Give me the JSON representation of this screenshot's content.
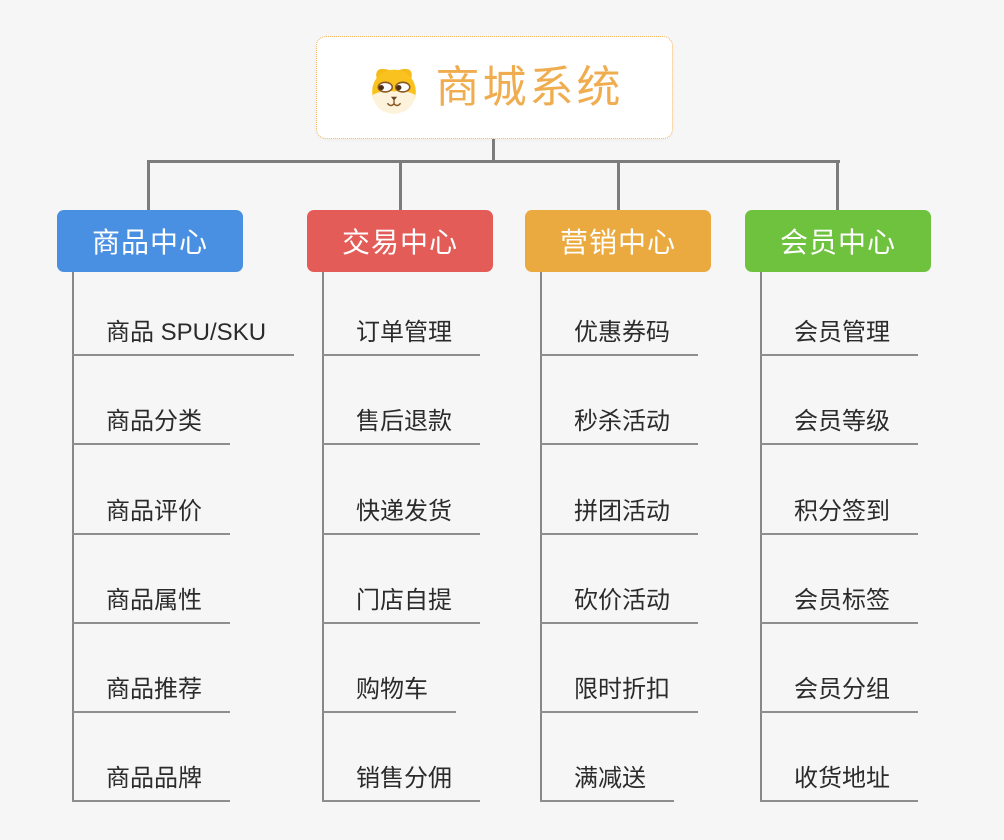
{
  "root": {
    "title": "商城系统",
    "icon": "dog-icon",
    "accent_color": "#f0ad4f",
    "border_color": "#f2b35c"
  },
  "connector_color": "#7c7c7c",
  "branches": [
    {
      "label": "商品中心",
      "color": "#4a90e2",
      "children": [
        "商品 SPU/SKU",
        "商品分类",
        "商品评价",
        "商品属性",
        "商品推荐",
        "商品品牌"
      ]
    },
    {
      "label": "交易中心",
      "color": "#e45c58",
      "children": [
        "订单管理",
        "售后退款",
        "快递发货",
        "门店自提",
        "购物车",
        "销售分佣"
      ]
    },
    {
      "label": "营销中心",
      "color": "#ebaa40",
      "children": [
        "优惠券码",
        "秒杀活动",
        "拼团活动",
        "砍价活动",
        "限时折扣",
        "满减送"
      ]
    },
    {
      "label": "会员中心",
      "color": "#6fc23e",
      "children": [
        "会员管理",
        "会员等级",
        "积分签到",
        "会员标签",
        "会员分组",
        "收货地址"
      ]
    }
  ]
}
